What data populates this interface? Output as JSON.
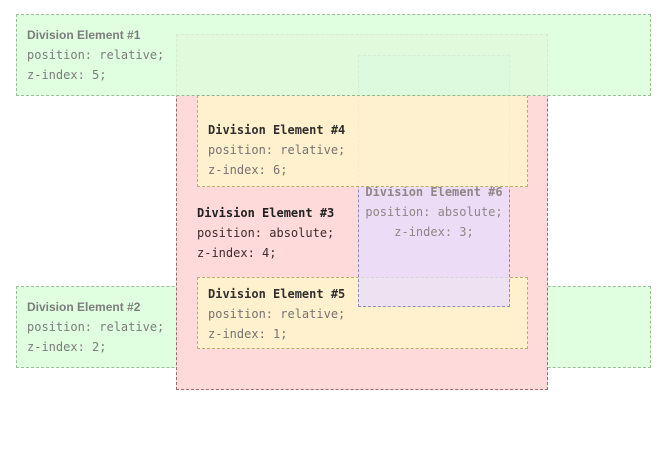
{
  "elements": {
    "div1": {
      "title": "Division Element #1",
      "line1": "position: relative;",
      "line2": "z-index: 5;"
    },
    "div2": {
      "title": "Division Element #2",
      "line1": "position: relative;",
      "line2": "z-index: 2;"
    },
    "div3": {
      "title": "Division Element #3",
      "line1": "position: absolute;",
      "line2": "z-index: 4;"
    },
    "div4": {
      "title": "Division Element #4",
      "line1": "position: relative;",
      "line2": "z-index: 6;"
    },
    "div5": {
      "title": "Division Element #5",
      "line1": "position: relative;",
      "line2": "z-index: 1;"
    },
    "div6": {
      "title": "Division Element #6",
      "line1": "position: absolute;",
      "line2": "z-index: 3;"
    }
  },
  "colors": {
    "green": "#dcffdc",
    "red": "#ffdada",
    "yellow": "#fff3cc",
    "purple": "#e6ddff"
  }
}
